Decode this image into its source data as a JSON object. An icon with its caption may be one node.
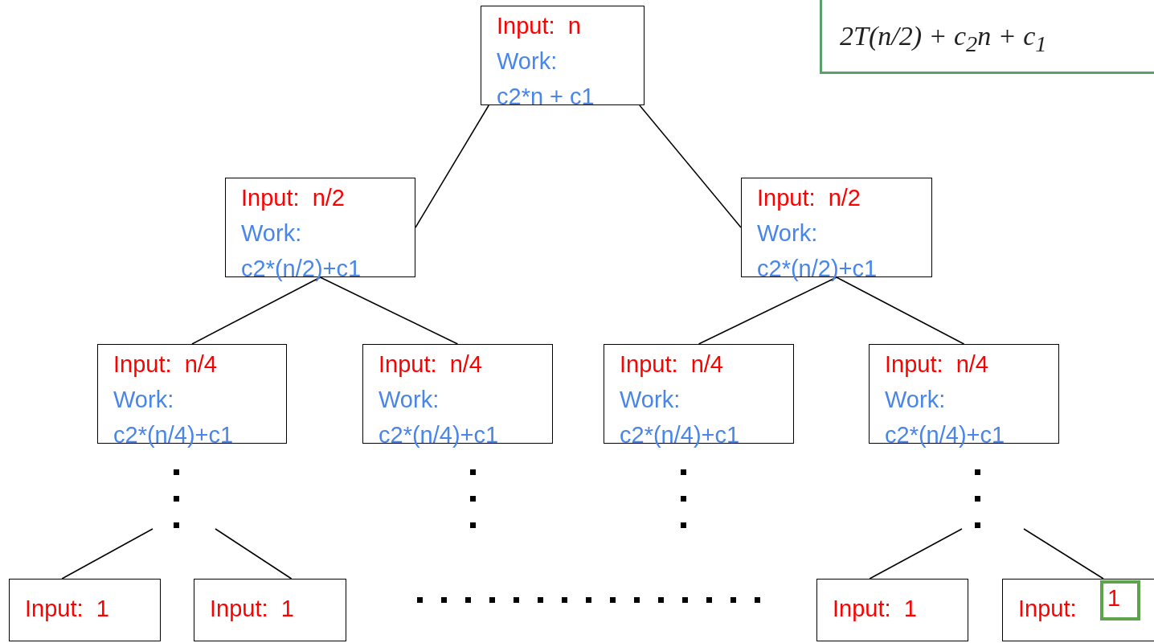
{
  "diagram": {
    "nodes": [
      {
        "text": [
          "Input:  n",
          "Work: c2*n + c1"
        ]
      },
      {
        "text": [
          "Input:  n/2",
          "Work: c2*(n/2)+c1"
        ]
      },
      {
        "text": [
          "Input:  n/2",
          "Work: c2*(n/2)+c1"
        ]
      },
      {
        "text": [
          "Input:  n/4",
          "Work: c2*(n/4)+c1"
        ]
      },
      {
        "text": [
          "Input:  n/4",
          "Work: c2*(n/4)+c1"
        ]
      },
      {
        "text": [
          "Input:  n/4",
          "Work: c2*(n/4)+c1"
        ]
      },
      {
        "text": [
          "Input:  n/4",
          "Work: c2*(n/4)+c1"
        ]
      },
      {
        "text": [
          "Input:  1"
        ]
      },
      {
        "text": [
          "Input:  1"
        ]
      },
      {
        "text": [
          "Input:  1"
        ]
      },
      {
        "text": [
          "Input:"
        ]
      },
      {
        "text": [
          "1"
        ],
        "in": 10
      },
      {
        "text": [
          "2T(n/2) + c$_{2}$n + c$_{1}$"
        ]
      }
    ],
    "edges": [
      {
        "from": 0,
        "to": 1,
        "arrow": "none"
      },
      {
        "from": 0,
        "to": 2,
        "arrow": "none"
      },
      {
        "from": 1,
        "to": 3,
        "arrow": "none"
      },
      {
        "from": 1,
        "to": 4,
        "arrow": "none"
      },
      {
        "from": 2,
        "to": 5,
        "arrow": "none"
      },
      {
        "from": 2,
        "to": 6,
        "arrow": "none"
      },
      {
        "from": null,
        "to": 7,
        "arrow": "none"
      },
      {
        "from": null,
        "to": 8,
        "arrow": "none"
      },
      {
        "from": null,
        "to": 9,
        "arrow": "none"
      },
      {
        "from": null,
        "to": 10,
        "arrow": "none"
      }
    ]
  }
}
